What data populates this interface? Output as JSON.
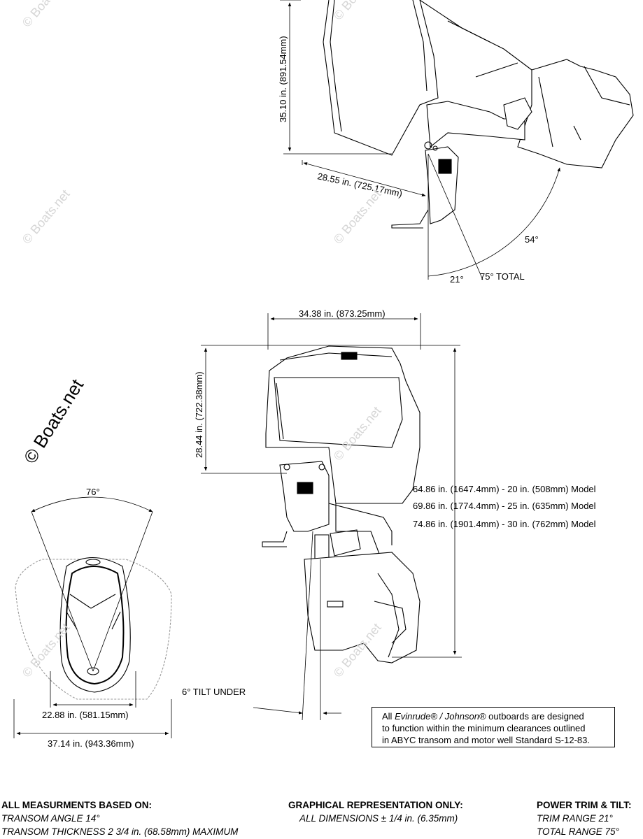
{
  "watermark": {
    "text": "© Boats.net",
    "big_text": "© Boats.net"
  },
  "top_view": {
    "height_dim": "35.10 in. (891.54mm)",
    "reach_dim": "28.55 in. (725.17mm)",
    "angle_upper": "54°",
    "angle_lower": "21°",
    "angle_total": "75° TOTAL"
  },
  "side_view": {
    "width_dim": "34.38 in. (873.25mm)",
    "height_dim": "28.44 in. (722.38mm)",
    "model_lines": [
      "64.86 in. (1647.4mm) - 20 in. (508mm) Model",
      "69.86 in. (1774.4mm) - 25 in. (635mm) Model",
      "74.86 in. (1901.4mm) - 30 in. (762mm) Model"
    ],
    "tilt_under": "6° TILT UNDER"
  },
  "rear_view": {
    "steer_angle": "76°",
    "inner_width": "22.88 in. (581.15mm)",
    "outer_width": "37.14 in. (943.36mm)"
  },
  "notice": {
    "line1_prefix": "All ",
    "line1_brand": "Evinrude® / Johnson®",
    "line1_suffix": " outboards are designed",
    "line2": "to function within the minimum clearances outlined",
    "line3": "in ABYC transom and motor well Standard S-12-83."
  },
  "footer": {
    "left_heading": "ALL MEASURMENTS BASED ON:",
    "left_line1": "TRANSOM ANGLE 14°",
    "left_line2": "TRANSOM THICKNESS 2 3/4 in. (68.58mm) MAXIMUM",
    "center_heading": "GRAPHICAL REPRESENTATION ONLY:",
    "center_line1": "ALL DIMENSIONS ± 1/4 in. (6.35mm)",
    "right_heading": "POWER TRIM & TILT:",
    "right_line1": "TRIM RANGE 21°",
    "right_line2": "TOTAL RANGE 75°"
  }
}
